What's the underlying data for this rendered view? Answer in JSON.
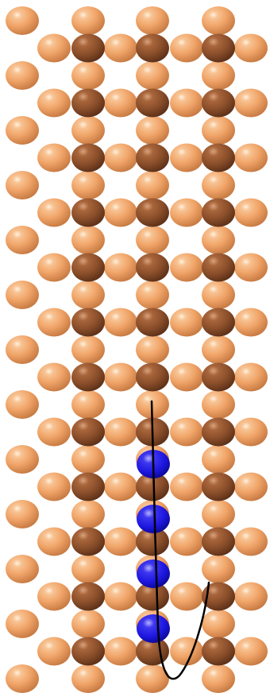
{
  "colors": {
    "background": "#ffffff",
    "light_atom": "#f0a468",
    "dark_atom": "#8a4e2a",
    "blue_atom": "#1d16e0",
    "trajectory": "#000000"
  },
  "atom_types": {
    "light": "light-copper-atom",
    "dark": "dark-copper-atom",
    "blue": "blue-solute-atom"
  },
  "icon_names": {
    "scene": "atomic-lattice-diagram",
    "path": "trajectory-curve"
  }
}
